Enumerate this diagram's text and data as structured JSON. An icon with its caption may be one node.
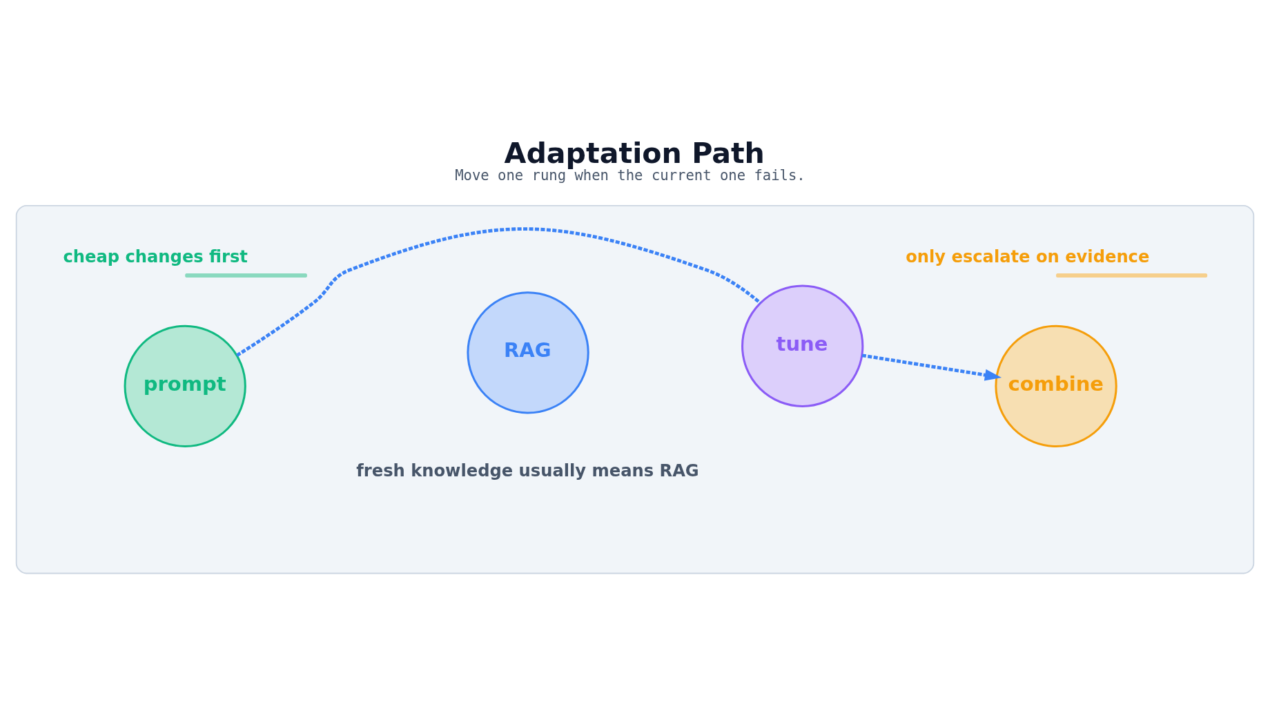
{
  "diagram": {
    "title": "Adaptation Path",
    "caption": "Move one rung when the current one fails.",
    "nodes": [
      {
        "text": [],
        "shape": "box"
      },
      {
        "text": [
          "prompt"
        ],
        "in": 0
      },
      {
        "text": [
          "RAG"
        ],
        "in": 0
      },
      {
        "text": [
          "tune"
        ],
        "in": 0
      },
      {
        "text": [
          "combine"
        ],
        "in": 0
      }
    ],
    "edges": [
      {
        "from": 1,
        "to": 3,
        "arrow": "none",
        "style": "dashed"
      },
      {
        "from": 3,
        "to": 4,
        "arrow": "to",
        "style": "dashed"
      }
    ],
    "labels": [
      "cheap changes first",
      "only escalate on evidence",
      "fresh knowledge usually means RAG"
    ]
  }
}
